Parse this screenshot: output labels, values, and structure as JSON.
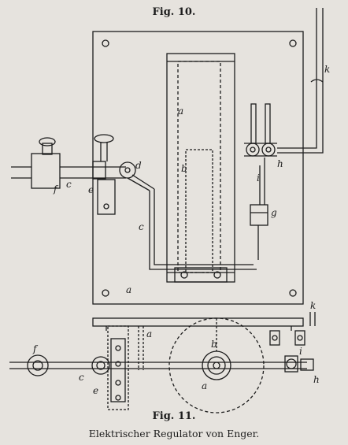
{
  "figure_top": {
    "label": "Fig. 10."
  },
  "figure_bottom": {
    "label": "Fig. 11."
  },
  "subtitle": "Elektrischer Regulator von Enger.",
  "part_labels": {
    "a": "a",
    "b": "b",
    "c": "c",
    "d": "d",
    "e": "e",
    "f": "f",
    "g": "g",
    "h": "h",
    "i": "i",
    "k": "k"
  },
  "colors": {
    "paper": "#e6e3de",
    "ink": "#1c1c1c"
  }
}
